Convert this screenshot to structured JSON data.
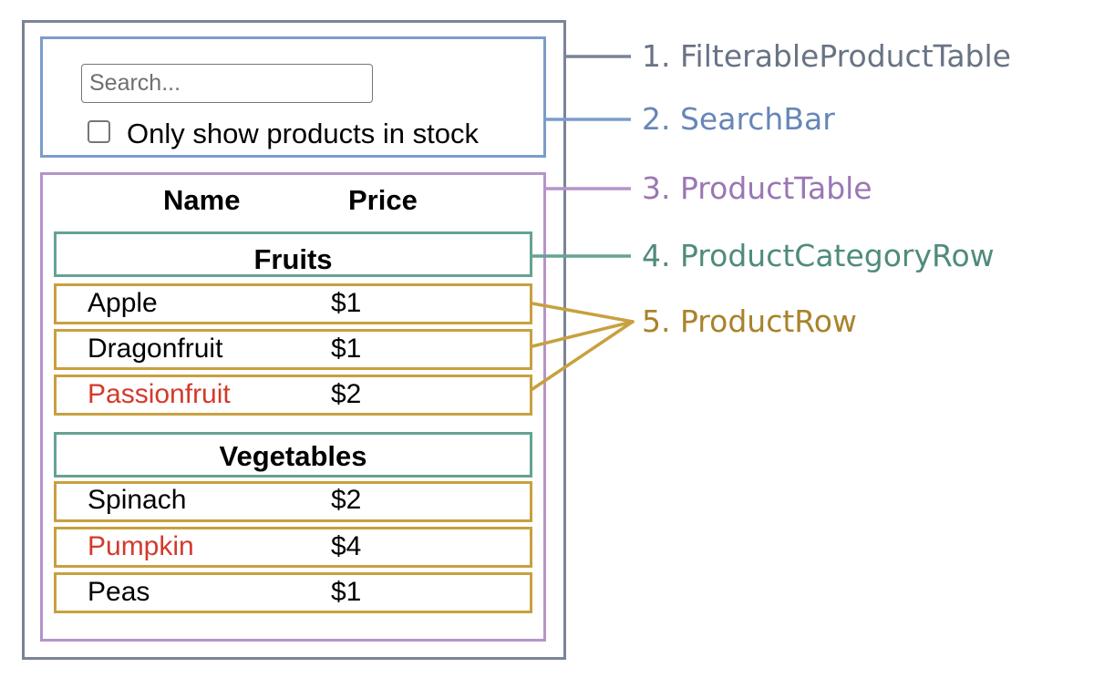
{
  "colors": {
    "component_1": "#7a8496",
    "component_2": "#7b9ccb",
    "component_3": "#b594c9",
    "component_4": "#66a294",
    "component_5": "#c8a03f",
    "out_of_stock_text": "#d33a2c"
  },
  "search_bar": {
    "placeholder": "Search...",
    "checkbox_checked": false,
    "checkbox_label": "Only show products in stock"
  },
  "table": {
    "headers": {
      "name": "Name",
      "price": "Price"
    },
    "categories": [
      {
        "name": "Fruits",
        "rows": [
          {
            "name": "Apple",
            "price": "$1",
            "stocked": true
          },
          {
            "name": "Dragonfruit",
            "price": "$1",
            "stocked": true
          },
          {
            "name": "Passionfruit",
            "price": "$2",
            "stocked": false
          }
        ]
      },
      {
        "name": "Vegetables",
        "rows": [
          {
            "name": "Spinach",
            "price": "$2",
            "stocked": true
          },
          {
            "name": "Pumpkin",
            "price": "$4",
            "stocked": false
          },
          {
            "name": "Peas",
            "price": "$1",
            "stocked": true
          }
        ]
      }
    ]
  },
  "labels": [
    "1. FilterableProductTable",
    "2. SearchBar",
    "3. ProductTable",
    "4. ProductCategoryRow",
    "5. ProductRow"
  ]
}
